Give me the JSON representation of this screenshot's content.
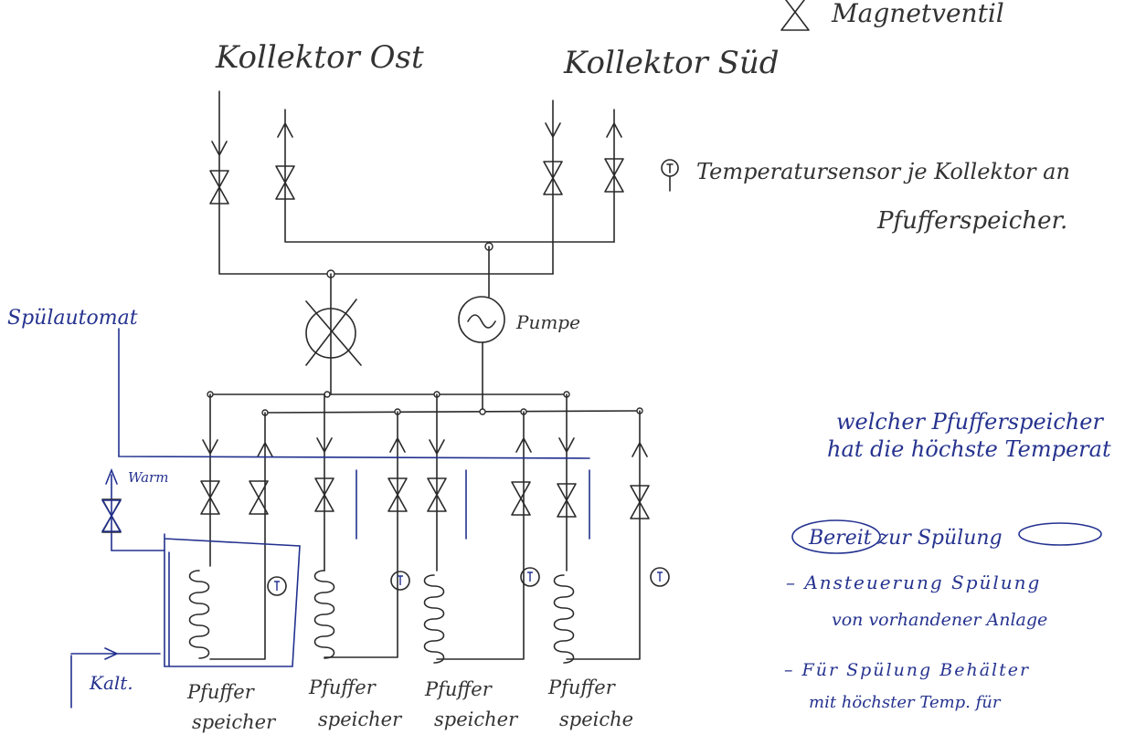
{
  "legend": {
    "magnetventil": "Magnetventil",
    "temperatursensor_line1": "Temperatursensor je Kollektor an",
    "temperatursensor_line2": "Pfufferspeicher.",
    "sensor_symbol": "T"
  },
  "collectors": {
    "east": "Kollektor Ost",
    "south": "Kollektor Süd"
  },
  "pump_label": "Pumpe",
  "flush_unit_label": "Spülautomat",
  "warm_label": "Warm",
  "cold_label": "Kalt.",
  "buffers": [
    {
      "line1": "Pfuffer",
      "line2": "speicher"
    },
    {
      "line1": "Pfuffer",
      "line2": "speicher"
    },
    {
      "line1": "Pfuffer",
      "line2": "speicher"
    },
    {
      "line1": "Pfuffer",
      "line2": "speiche"
    }
  ],
  "notes": {
    "question_line1": "welcher Pfufferspeicher",
    "question_line2": "hat die höchste Temperat",
    "heading": "Bereit zur Spülung",
    "bullet1_line1": "– Ansteuerung Spülung",
    "bullet1_line2": "von vorhandener Anlage",
    "bullet2_line1": "– Für Spülung Behälter",
    "bullet2_line2": "mit höchster Temp. für"
  },
  "colors": {
    "pencil": "#2a2a2a",
    "blue_ink": "#22318f"
  }
}
